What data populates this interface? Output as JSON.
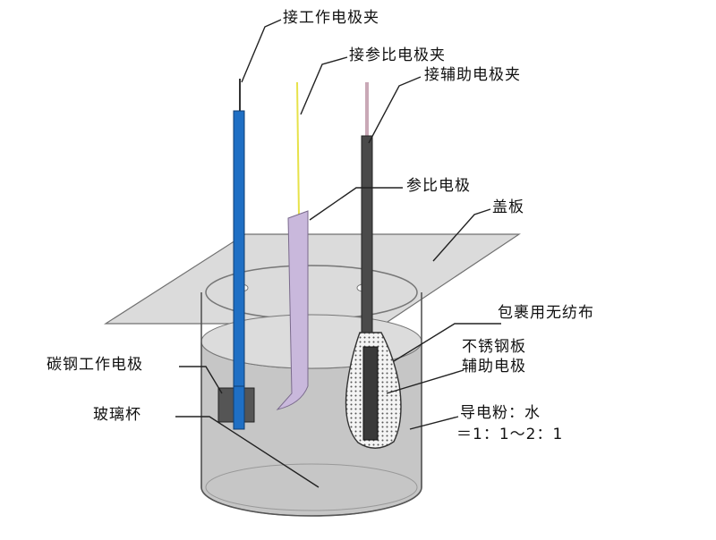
{
  "labels": {
    "work_clip": "接工作电极夹",
    "ref_clip": "接参比电极夹",
    "aux_clip": "接辅助电极夹",
    "ref_electrode": "参比电极",
    "cover_plate": "盖板",
    "wrap_cloth": "包裹用无纺布",
    "stainless_plate": "不锈钢板",
    "aux_electrode": "辅助电极",
    "carbon_steel_work": "碳钢工作电极",
    "glass_beaker": "玻璃杯",
    "conductive_powder_line1": "导电粉：水",
    "conductive_powder_line2": "＝1：1～2：1"
  },
  "colors": {
    "work_rod": "#1f6fc4",
    "ref_rod": "#c9b8dc",
    "aux_rod": "#4a4a4a",
    "ref_wire": "#e7e24a",
    "cover": "#d9d9d9",
    "water": "#c8c8c8"
  }
}
